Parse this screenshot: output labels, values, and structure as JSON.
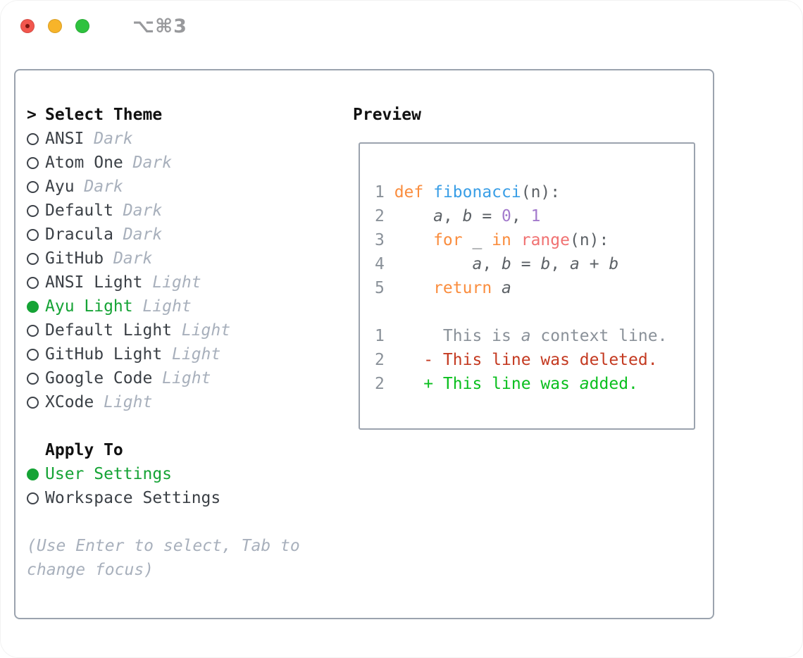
{
  "window": {
    "title_shortcut": "⌥⌘3",
    "traffic_lights": [
      {
        "name": "close",
        "color": "#f2564d"
      },
      {
        "name": "minimize",
        "color": "#f7b42a"
      },
      {
        "name": "zoom",
        "color": "#2ec23e"
      }
    ]
  },
  "theme_picker": {
    "prompt": ">",
    "heading": "Select Theme",
    "items": [
      {
        "name": "ANSI",
        "variant": "Dark",
        "selected": false
      },
      {
        "name": "Atom One",
        "variant": "Dark",
        "selected": false
      },
      {
        "name": "Ayu",
        "variant": "Dark",
        "selected": false
      },
      {
        "name": "Default",
        "variant": "Dark",
        "selected": false
      },
      {
        "name": "Dracula",
        "variant": "Dark",
        "selected": false
      },
      {
        "name": "GitHub",
        "variant": "Dark",
        "selected": false
      },
      {
        "name": "ANSI Light",
        "variant": "Light",
        "selected": false
      },
      {
        "name": "Ayu Light",
        "variant": "Light",
        "selected": true
      },
      {
        "name": "Default Light",
        "variant": "Light",
        "selected": false
      },
      {
        "name": "GitHub Light",
        "variant": "Light",
        "selected": false
      },
      {
        "name": "Google Code",
        "variant": "Light",
        "selected": false
      },
      {
        "name": "XCode",
        "variant": "Light",
        "selected": false
      }
    ]
  },
  "apply_to": {
    "heading": "Apply To",
    "options": [
      {
        "label": "User Settings",
        "selected": true
      },
      {
        "label": "Workspace Settings",
        "selected": false
      }
    ]
  },
  "hint": "(Use Enter to select, Tab to change focus)",
  "preview": {
    "heading": "Preview",
    "lines": [
      {
        "num": "1",
        "tokens": [
          {
            "t": "def",
            "c": "kw"
          },
          {
            "t": " "
          },
          {
            "t": "fibonacci",
            "c": "fn"
          },
          {
            "t": "(n):"
          }
        ]
      },
      {
        "num": "2",
        "tokens": [
          {
            "t": "    "
          },
          {
            "t": "a",
            "c": "var"
          },
          {
            "t": ", "
          },
          {
            "t": "b",
            "c": "var"
          },
          {
            "t": " = "
          },
          {
            "t": "0",
            "c": "num"
          },
          {
            "t": ", "
          },
          {
            "t": "1",
            "c": "num"
          }
        ]
      },
      {
        "num": "3",
        "tokens": [
          {
            "t": "    "
          },
          {
            "t": "for",
            "c": "kw"
          },
          {
            "t": " _ "
          },
          {
            "t": "in",
            "c": "kw"
          },
          {
            "t": " "
          },
          {
            "t": "range",
            "c": "call"
          },
          {
            "t": "(n):"
          }
        ]
      },
      {
        "num": "4",
        "tokens": [
          {
            "t": "        "
          },
          {
            "t": "a",
            "c": "var"
          },
          {
            "t": ", "
          },
          {
            "t": "b",
            "c": "var"
          },
          {
            "t": " = "
          },
          {
            "t": "b",
            "c": "var"
          },
          {
            "t": ", "
          },
          {
            "t": "a",
            "c": "var"
          },
          {
            "t": " + "
          },
          {
            "t": "b",
            "c": "var"
          }
        ]
      },
      {
        "num": "5",
        "tokens": [
          {
            "t": "    "
          },
          {
            "t": "return",
            "c": "kw"
          },
          {
            "t": " "
          },
          {
            "t": "a",
            "c": "var"
          }
        ]
      },
      {
        "num": "",
        "tokens": []
      },
      {
        "num": "1",
        "tokens": [
          {
            "t": "     This is ",
            "c": "ctx"
          },
          {
            "t": "a",
            "c": "ctx-i"
          },
          {
            "t": " context line.",
            "c": "ctx"
          }
        ]
      },
      {
        "num": "2",
        "tokens": [
          {
            "t": "   - This line was deleted.",
            "c": "del"
          }
        ]
      },
      {
        "num": "2",
        "tokens": [
          {
            "t": "   + This line was ",
            "c": "add"
          },
          {
            "t": "a",
            "c": "add-i"
          },
          {
            "t": "dded.",
            "c": "add"
          }
        ]
      }
    ]
  },
  "colors": {
    "selected_green": "#15a335",
    "added_green": "#0abf1e",
    "deleted_red": "#c43a21",
    "keyword_orange": "#fa8d3e",
    "function_blue": "#399ee6",
    "builtin_coral": "#f07171",
    "number_purple": "#a37acc",
    "muted_gray": "#a8b0bc",
    "code_text": "#5c6166",
    "line_number_gray": "#8a9199",
    "border_gray": "#9ba3ae"
  }
}
